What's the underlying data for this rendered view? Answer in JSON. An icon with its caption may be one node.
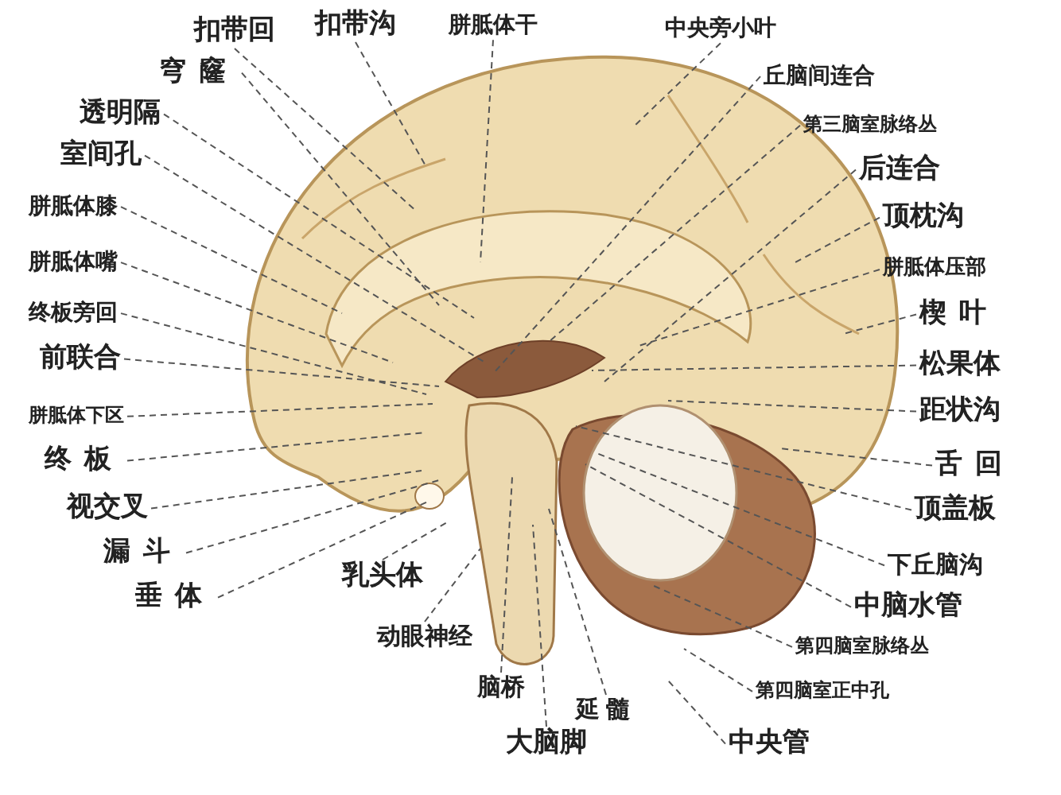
{
  "diagram": {
    "nodes": [
      {
        "text": [
          "扣带回"
        ]
      },
      {
        "text": [
          "扣带沟"
        ]
      },
      {
        "text": [
          "胼胝体干"
        ]
      },
      {
        "text": [
          "中央旁小叶"
        ]
      },
      {
        "text": [
          "丘脑间连合"
        ]
      },
      {
        "text": [
          "第三脑室脉络丛"
        ]
      },
      {
        "text": [
          "后连合"
        ]
      },
      {
        "text": [
          "顶枕沟"
        ]
      },
      {
        "text": [
          "胼胝体压部"
        ]
      },
      {
        "text": [
          "楔叶"
        ]
      },
      {
        "text": [
          "松果体"
        ]
      },
      {
        "text": [
          "距状沟"
        ]
      },
      {
        "text": [
          "舌回"
        ]
      },
      {
        "text": [
          "顶盖板"
        ]
      },
      {
        "text": [
          "下丘脑沟"
        ]
      },
      {
        "text": [
          "中脑水管"
        ]
      },
      {
        "text": [
          "第四脑室脉络丛"
        ]
      },
      {
        "text": [
          "第四脑室正中孔"
        ]
      },
      {
        "text": [
          "中央管"
        ]
      },
      {
        "text": [
          "穹窿"
        ]
      },
      {
        "text": [
          "透明隔"
        ]
      },
      {
        "text": [
          "室间孔"
        ]
      },
      {
        "text": [
          "胼胝体膝"
        ]
      },
      {
        "text": [
          "胼胝体嘴"
        ]
      },
      {
        "text": [
          "终板旁回"
        ]
      },
      {
        "text": [
          "前联合"
        ]
      },
      {
        "text": [
          "胼胝体下区"
        ]
      },
      {
        "text": [
          "终板"
        ]
      },
      {
        "text": [
          "视交叉"
        ]
      },
      {
        "text": [
          "漏斗"
        ]
      },
      {
        "text": [
          "垂体"
        ]
      },
      {
        "text": [
          "乳头体"
        ]
      },
      {
        "text": [
          "动眼神经"
        ]
      },
      {
        "text": [
          "脑桥"
        ]
      },
      {
        "text": [
          "延髓"
        ]
      },
      {
        "text": [
          "大脑脚"
        ]
      }
    ],
    "edges": [
      {
        "from": 0,
        "to": null,
        "arrow": "none"
      },
      {
        "from": 1,
        "to": null,
        "arrow": "none"
      },
      {
        "from": 2,
        "to": null,
        "arrow": "none"
      },
      {
        "from": 3,
        "to": null,
        "arrow": "none"
      },
      {
        "from": 4,
        "to": null,
        "arrow": "none"
      },
      {
        "from": 5,
        "to": null,
        "arrow": "none"
      },
      {
        "from": 6,
        "to": null,
        "arrow": "none"
      },
      {
        "from": 7,
        "to": null,
        "arrow": "none"
      },
      {
        "from": 8,
        "to": null,
        "arrow": "none"
      },
      {
        "from": 9,
        "to": null,
        "arrow": "none"
      },
      {
        "from": 10,
        "to": null,
        "arrow": "none"
      },
      {
        "from": 11,
        "to": null,
        "arrow": "none"
      },
      {
        "from": 12,
        "to": null,
        "arrow": "none"
      },
      {
        "from": 13,
        "to": null,
        "arrow": "none"
      },
      {
        "from": 14,
        "to": null,
        "arrow": "none"
      },
      {
        "from": 15,
        "to": null,
        "arrow": "none"
      },
      {
        "from": 16,
        "to": null,
        "arrow": "none"
      },
      {
        "from": 17,
        "to": null,
        "arrow": "none"
      },
      {
        "from": 18,
        "to": null,
        "arrow": "none"
      },
      {
        "from": 19,
        "to": null,
        "arrow": "none"
      },
      {
        "from": 20,
        "to": null,
        "arrow": "none"
      },
      {
        "from": 21,
        "to": null,
        "arrow": "none"
      },
      {
        "from": 22,
        "to": null,
        "arrow": "none"
      },
      {
        "from": 23,
        "to": null,
        "arrow": "none"
      },
      {
        "from": 24,
        "to": null,
        "arrow": "none"
      },
      {
        "from": 25,
        "to": null,
        "arrow": "none"
      },
      {
        "from": 26,
        "to": null,
        "arrow": "none"
      },
      {
        "from": 27,
        "to": null,
        "arrow": "none"
      },
      {
        "from": 28,
        "to": null,
        "arrow": "none"
      },
      {
        "from": 29,
        "to": null,
        "arrow": "none"
      },
      {
        "from": 30,
        "to": null,
        "arrow": "none"
      },
      {
        "from": 31,
        "to": null,
        "arrow": "none"
      },
      {
        "from": 32,
        "to": null,
        "arrow": "none"
      },
      {
        "from": 33,
        "to": null,
        "arrow": "none"
      },
      {
        "from": 34,
        "to": null,
        "arrow": "none"
      },
      {
        "from": 35,
        "to": null,
        "arrow": "none"
      }
    ]
  }
}
